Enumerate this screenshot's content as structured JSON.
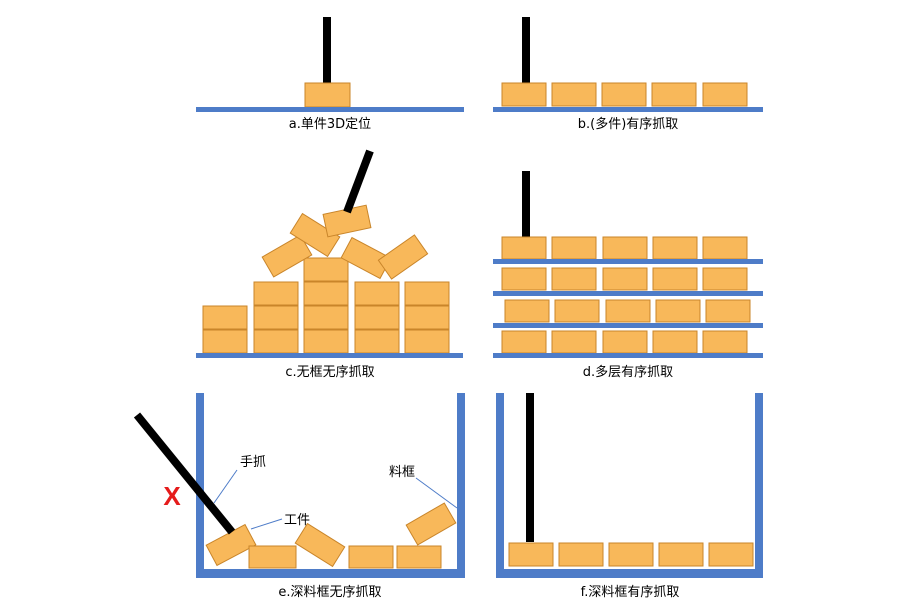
{
  "colors": {
    "box_fill": "#F8B85A",
    "box_stroke": "#C9852A",
    "surface": "#4E7CC8",
    "arm": "#000000",
    "mark": "#E51B1B",
    "callout_line": "#4E7CC8"
  },
  "panels": {
    "a": {
      "caption": "a.单件3D定位"
    },
    "b": {
      "caption": "b.(多件)有序抓取"
    },
    "c": {
      "caption": "c.无框无序抓取"
    },
    "d": {
      "caption": "d.多层有序抓取"
    },
    "e": {
      "caption": "e.深料框无序抓取",
      "labels": {
        "gripper": "手抓",
        "workpiece": "工件",
        "bin": "料框"
      },
      "mark": "X"
    },
    "f": {
      "caption": "f.深料框有序抓取"
    }
  }
}
